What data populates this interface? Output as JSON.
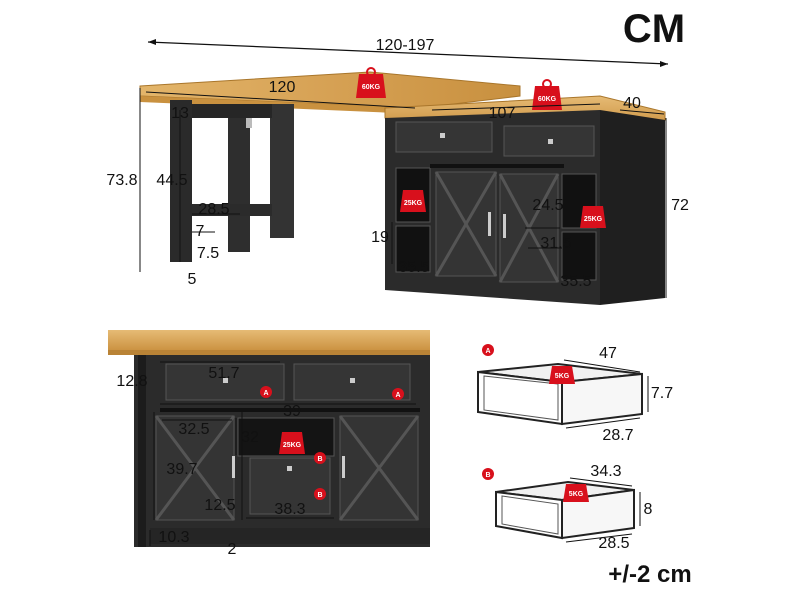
{
  "unit_label": "CM",
  "tolerance": "+/-2 cm",
  "dimensions": {
    "total_width": "120-197",
    "top_width": "120",
    "thickness": "13",
    "desk_height": "73.8",
    "leg_height": "44.5",
    "leg_spacing": "28.5",
    "leg_lower_gap": "7",
    "foot_height": "7.5",
    "foot_bottom": "5",
    "cabinet_width": "107",
    "cabinet_depth": "40",
    "cabinet_height": "72",
    "shelf_height": "19",
    "shelf_depth_left": "35.5",
    "shelf_inner_h": "24.5",
    "shelf_inner_w": "31.5",
    "shelf_depth_right": "35.5",
    "drawer_row_h": "12.8",
    "drawer_front_w": "51.7",
    "middle_w": "39",
    "door_w": "32.5",
    "middle_depth": "32",
    "door_h": "39.7",
    "small_drawer_h": "12.5",
    "small_drawer_w": "38.3",
    "base_h": "10.3",
    "base_gap": "2",
    "drawer_a_w": "47",
    "drawer_a_h": "7.7",
    "drawer_a_d": "28.7",
    "drawer_b_w": "34.3",
    "drawer_b_h": "8",
    "drawer_b_d": "28.5"
  },
  "weights": {
    "top_load": "60KG",
    "cabinet_top_load": "60KG",
    "shelf_left": "25KG",
    "shelf_right": "25KG",
    "middle": "25KG",
    "drawer_a": "5KG",
    "drawer_b": "5KG"
  },
  "markers": {
    "a": "A",
    "b": "B"
  }
}
